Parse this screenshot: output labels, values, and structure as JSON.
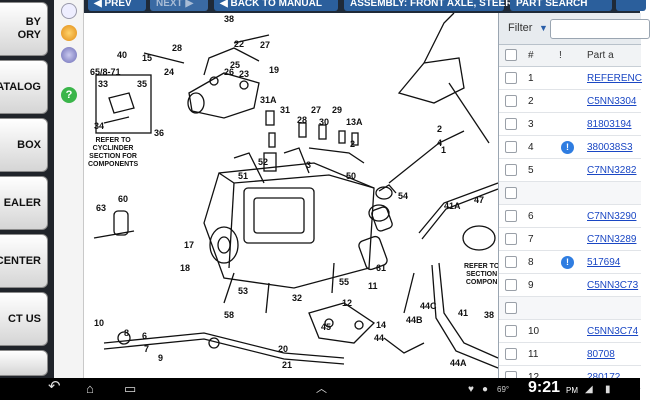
{
  "nav": {
    "buttons": [
      {
        "line1": "BY",
        "line2": "ORY"
      },
      {
        "line1": "ATALOG",
        "line2": ""
      },
      {
        "line1": "BOX",
        "line2": ""
      },
      {
        "line1": "EALER",
        "line2": ""
      },
      {
        "line1": "CENTER",
        "line2": ""
      },
      {
        "line1": "CT US",
        "line2": ""
      }
    ]
  },
  "topbar": {
    "prev": "◀ PREV",
    "next": "NEXT ▶",
    "back": "◀ BACK TO MANUAL",
    "assembly": "ASSEMBLY: FRONT AXLE, STEER...",
    "search": "PART SEARCH"
  },
  "diagram": {
    "labels": [
      "38",
      "40",
      "15",
      "28",
      "22",
      "27",
      "25",
      "24",
      "23",
      "26",
      "19",
      "65/8-71",
      "33",
      "35",
      "34",
      "36",
      "31A",
      "31",
      "52",
      "51",
      "28",
      "30",
      "29",
      "13A",
      "2",
      "50",
      "3",
      "54",
      "27",
      "1",
      "63",
      "60",
      "17",
      "18",
      "53",
      "61",
      "58",
      "55",
      "11",
      "12",
      "32",
      "20",
      "21",
      "14",
      "45",
      "44",
      "44C",
      "44B",
      "41",
      "38",
      "44A",
      "6",
      "8",
      "7",
      "9",
      "10",
      "2",
      "4",
      "41A",
      "47"
    ],
    "note_refer_left": [
      "REFER TO",
      "CYCLINDER",
      "SECTION FOR",
      "COMPONENTS"
    ],
    "note_refer_right": [
      "REFER TO",
      "SECTION",
      "COMPON"
    ]
  },
  "panel": {
    "filter_label": "Filter",
    "col_num": "#",
    "col_info": "!",
    "col_part": "Part a",
    "rows": [
      {
        "num": "1",
        "part": "REFERENC",
        "info": false
      },
      {
        "num": "2",
        "part": "C5NN3304",
        "info": false
      },
      {
        "num": "3",
        "part": "81803194",
        "info": false
      },
      {
        "num": "4",
        "part": "380038S3",
        "info": true
      },
      {
        "num": "5",
        "part": "C7NN3282",
        "info": false
      },
      {
        "num": "",
        "part": "",
        "info": false
      },
      {
        "num": "6",
        "part": "C7NN3290",
        "info": false
      },
      {
        "num": "7",
        "part": "C7NN3289",
        "info": false
      },
      {
        "num": "8",
        "part": "517694",
        "info": true
      },
      {
        "num": "9",
        "part": "C5NN3C73",
        "info": false
      },
      {
        "num": "",
        "part": "",
        "info": false
      },
      {
        "num": "10",
        "part": "C5NN3C74",
        "info": false
      },
      {
        "num": "11",
        "part": "80708",
        "info": false
      },
      {
        "num": "12",
        "part": "280172",
        "info": false
      }
    ]
  },
  "system": {
    "time": "9:21",
    "ampm": "PM",
    "temp": "69°"
  },
  "icons": {
    "back": "back-icon",
    "home": "home-icon",
    "recents": "recents-icon",
    "up": "up-icon",
    "wifi": "wifi-icon",
    "battery": "battery-icon"
  }
}
